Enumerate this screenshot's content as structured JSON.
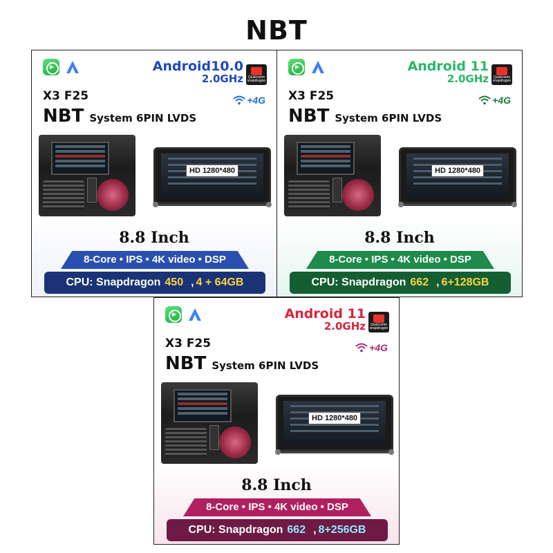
{
  "page_title": "NBT",
  "cards": [
    {
      "os_name": "Android10.0",
      "os_ghz": "2.0GHz",
      "os_color": "#1f49b8",
      "qualcomm_label": "Qualcomm snapdragon",
      "net_label": "+4G",
      "net_color": "#1f6fd8",
      "model": "X3 F25",
      "system_nbt": "NBT",
      "system_desc": "System 6PIN LVDS",
      "hd_label": "HD 1280*480",
      "size": "8.8 Inch",
      "features": "8-Core • IPS • 4K video • DSP",
      "cpu_prefix": "CPU: Snapdragon",
      "cpu_chip": "450",
      "cpu_sep": ",",
      "cpu_mem": "4 + 64GB",
      "band_color": "#2b4fb0",
      "cpu_band_color": "#1a3377",
      "highlight_color": "#ffd33a"
    },
    {
      "os_name": "Android 11",
      "os_ghz": "2.0GHz",
      "os_color": "#27b865",
      "qualcomm_label": "Qualcomm snapdragon",
      "net_label": "+4G",
      "net_color": "#1a7a3e",
      "model": "X3 F25",
      "system_nbt": "NBT",
      "system_desc": "System 6PIN LVDS",
      "hd_label": "HD 1280*480",
      "size": "8.8 Inch",
      "features": "8-Core • IPS • 4K video • DSP",
      "cpu_prefix": "CPU: Snapdragon",
      "cpu_chip": "662",
      "cpu_sep": ",",
      "cpu_mem": "6+128GB",
      "band_color": "#1e8a4c",
      "cpu_band_color": "#145e33",
      "highlight_color": "#ffd33a"
    },
    {
      "os_name": "Android 11",
      "os_ghz": "2.0GHz",
      "os_color": "#d8243a",
      "qualcomm_label": "Qualcomm snapdragon",
      "net_label": "+4G",
      "net_color": "#a8276b",
      "model": "X3 F25",
      "system_nbt": "NBT",
      "system_desc": "System 6PIN LVDS",
      "hd_label": "HD 1280*480",
      "size": "8.8 Inch",
      "features": "8-Core • IPS • 4K video • DSP",
      "cpu_prefix": "CPU: Snapdragon",
      "cpu_chip": "662",
      "cpu_sep": ",",
      "cpu_mem": "8+256GB",
      "band_color": "#b02060",
      "cpu_band_color": "#6e1a45",
      "highlight_color": "#8ee8ff"
    }
  ]
}
